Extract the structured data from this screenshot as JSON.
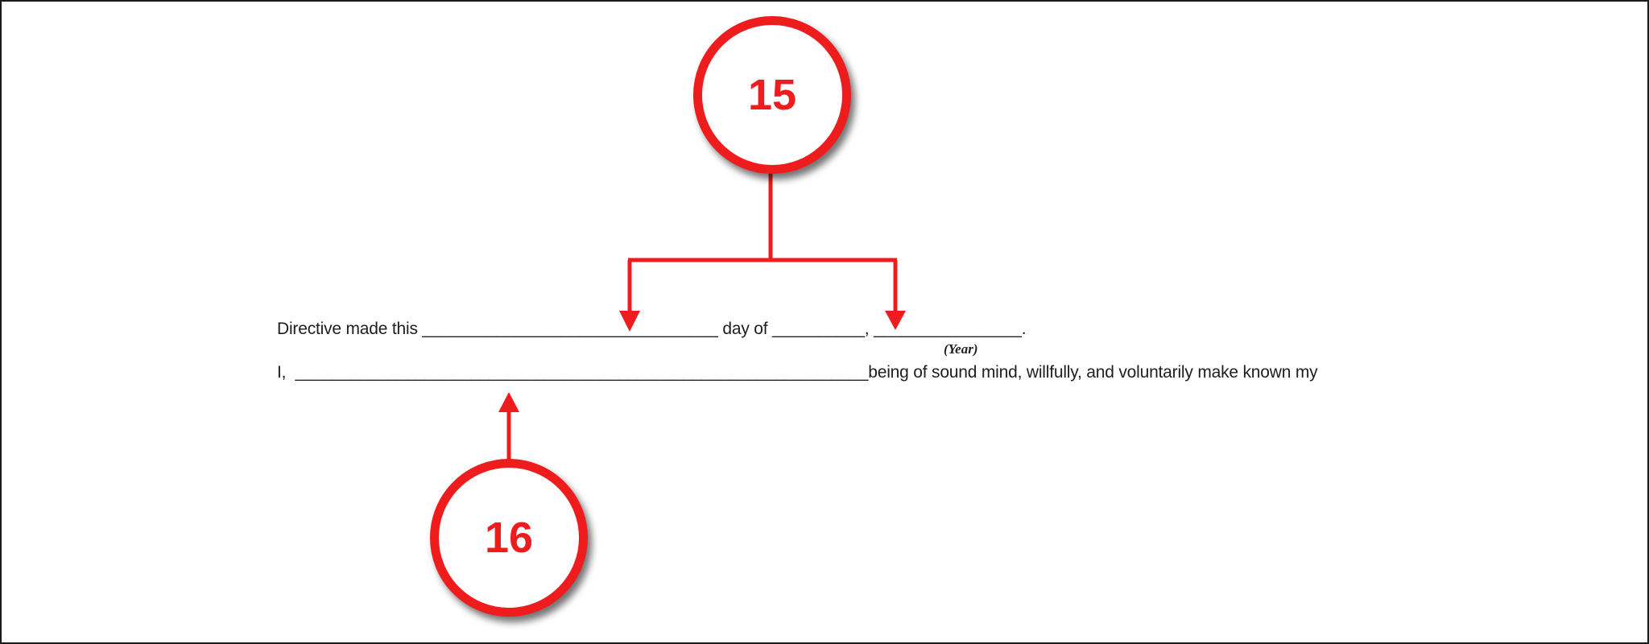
{
  "document": {
    "line1": "Directive made this ________________________________ day of __________, ________________.",
    "year_label": "(Year)",
    "line2": "I,  ______________________________________________________________being of sound mind, willfully, and voluntarily make known my"
  },
  "callouts": [
    {
      "number": "15",
      "color": "#ee1c1c"
    },
    {
      "number": "16",
      "color": "#ee1c1c"
    }
  ]
}
